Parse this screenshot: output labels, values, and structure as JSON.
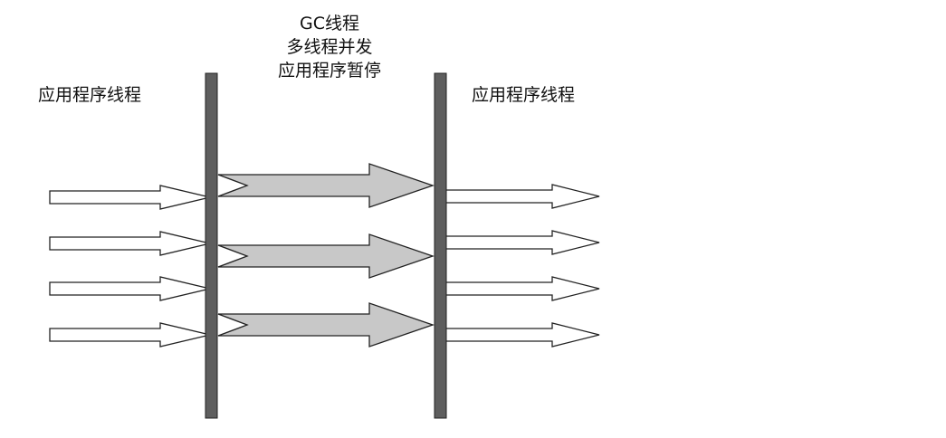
{
  "labels": {
    "left": "应用程序线程",
    "gc_line1": "GC线程",
    "gc_line2": "多线程并发",
    "gc_line3": "应用程序暂停",
    "right": "应用程序线程"
  },
  "colors": {
    "barrier": "#5e5e5e",
    "barrier_outline": "#222222",
    "app_arrow_fill": "#ffffff",
    "gc_arrow_fill": "#c8c8c8",
    "arrow_stroke": "#222222",
    "text": "#111111"
  },
  "icons": {
    "app_arrow": "hollow-arrow-icon",
    "gc_arrow": "gray-block-arrow-icon",
    "barrier": "vertical-bar"
  }
}
